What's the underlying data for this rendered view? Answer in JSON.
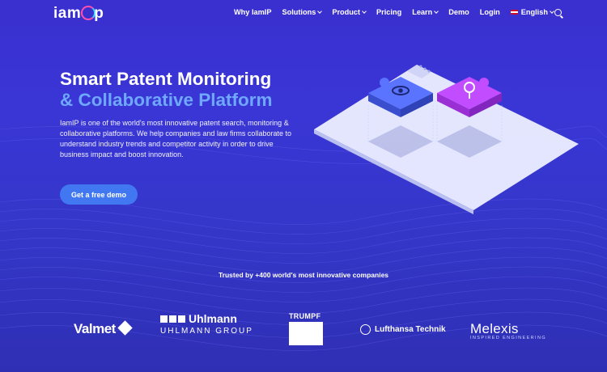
{
  "nav": {
    "logo": "iamip",
    "items": [
      {
        "label": "Why IamIP",
        "dropdown": false
      },
      {
        "label": "Solutions",
        "dropdown": true
      },
      {
        "label": "Product",
        "dropdown": true
      },
      {
        "label": "Pricing",
        "dropdown": false
      },
      {
        "label": "Learn",
        "dropdown": true
      },
      {
        "label": "Demo",
        "dropdown": false
      },
      {
        "label": "Login",
        "dropdown": false
      }
    ],
    "language": "English",
    "search_icon": "search-icon"
  },
  "hero": {
    "title_line1": "Smart Patent Monitoring",
    "title_line2": "& Collaborative Platform",
    "intro": "IamIP is one of the world's most innovative patent search, monitoring & collaborative platforms. We help companies and law firms collaborate to understand industry trends and competitor activity in order to drive business impact and boost innovation.",
    "cta": "Get a free demo",
    "illustration_icons": [
      "eye-icon",
      "search-icon"
    ]
  },
  "trusted": {
    "heading": "Trusted by +400 world's most innovative companies",
    "logos": {
      "valmet": "Valmet",
      "uhlmann_top": "Uhlmann",
      "uhlmann_bottom": "UHLMANN GROUP",
      "trumpf": "TRUMPF",
      "lufthansa": "Lufthansa Technik",
      "melexis": "Melexis",
      "melexis_sub": "INSPIRED ENGINEERING"
    }
  },
  "colors": {
    "background": "#3a36d6",
    "accent_text": "#6fa8ff",
    "cta": "#4178f2",
    "puzzle_blue": "#4a63f0",
    "puzzle_purple": "#b43cf0"
  }
}
